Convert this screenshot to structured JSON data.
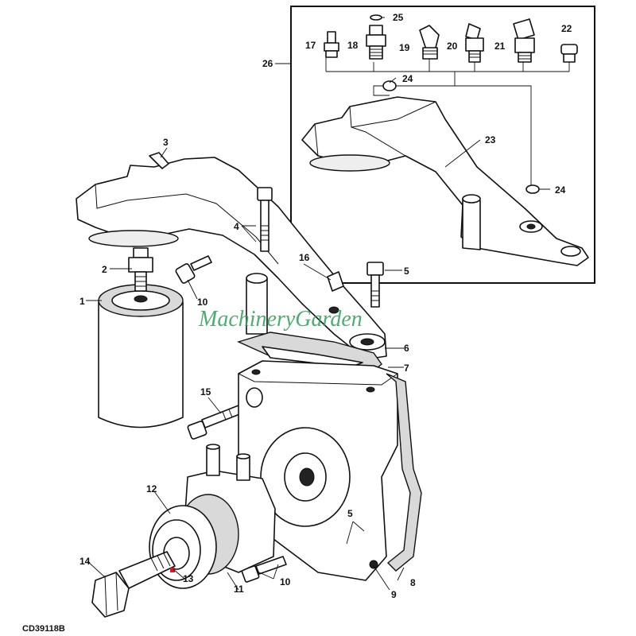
{
  "figure_code": "CD39118B",
  "watermark": "MachineryGarden",
  "callouts": {
    "c1": "1",
    "c2": "2",
    "c3": "3",
    "c4": "4",
    "c5a": "5",
    "c5b": "5",
    "c6": "6",
    "c7": "7",
    "c8": "8",
    "c9": "9",
    "c10a": "10",
    "c10b": "10",
    "c11": "11",
    "c12": "12",
    "c13": "13",
    "c14": "14",
    "c15": "15",
    "c16": "16",
    "c17": "17",
    "c18": "18",
    "c19": "19",
    "c20": "20",
    "c21": "21",
    "c22": "22",
    "c23": "23",
    "c24a": "24",
    "c24b": "24",
    "c25": "25",
    "c26": "26"
  },
  "colors": {
    "line": "#111111",
    "watermark": "#2f9e57",
    "marker": "#d11a2a"
  }
}
